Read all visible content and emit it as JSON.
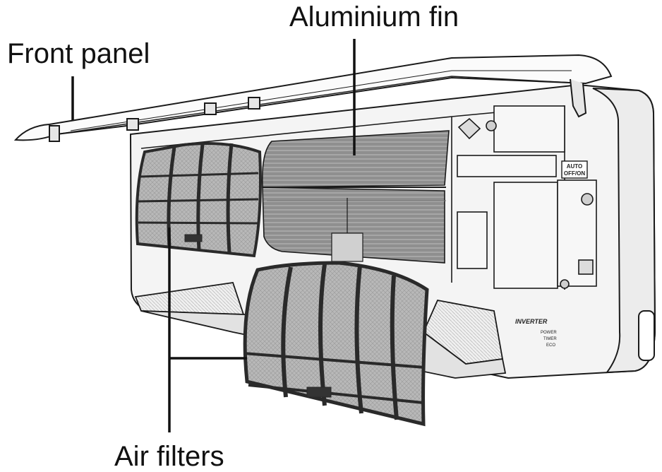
{
  "labels": {
    "front_panel": "Front panel",
    "aluminium_fin": "Aluminium fin",
    "air_filters": "Air filters"
  },
  "unit_text": {
    "auto_line1": "AUTO",
    "auto_line2": "OFF/ON",
    "brand": "INVERTER",
    "indicator_1": "POWER",
    "indicator_2": "TIMER",
    "indicator_3": "ECO"
  },
  "colors": {
    "line": "#1a1a1a",
    "filter_mesh": "#a9a9a9",
    "fin": "#9c9c9c",
    "body": "#f4f4f4"
  }
}
